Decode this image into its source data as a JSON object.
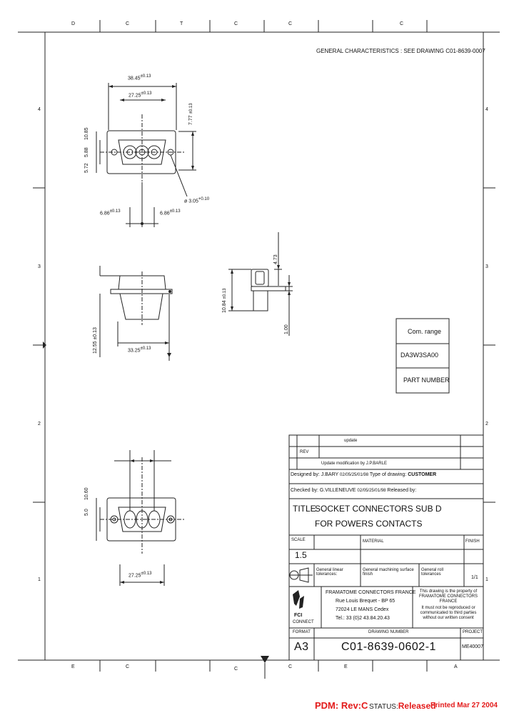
{
  "border": {
    "top_letters": [
      "D",
      "C",
      "T",
      "C",
      "C",
      "C"
    ],
    "bottom_letters": [
      "E",
      "C",
      "C",
      "C",
      "E",
      "A"
    ],
    "left_numbers": [
      "4",
      "3",
      "2",
      "1"
    ],
    "right_numbers": [
      "4",
      "3",
      "2",
      "1"
    ]
  },
  "header_note": "GENERAL CHARACTERISTICS : SEE DRAWING C01-8639-0007",
  "dims": {
    "top_view": {
      "w1": "38.45",
      "w1_tol": "±0.13",
      "w2": "27.25",
      "w2_tol": "±0.13",
      "h_right": "7.77",
      "h_right_tol": "±0.13",
      "left1": "10.85",
      "left2": "5.88",
      "left3": "5.72",
      "hole": "ø 3.05",
      "hole_tol": "+0.10",
      "pitch_l": "6.86",
      "pitch_l_tol": "±0.13",
      "pitch_r": "6.86",
      "pitch_r_tol": "±0.13"
    },
    "side_view": {
      "height": "12.55 ±0.13",
      "width": "33.25",
      "width_tol": "±0.13"
    },
    "profile_view": {
      "h1": "10.84",
      "h1_tol": "±0.13",
      "top": "4.73",
      "bottom": "1.00"
    },
    "bottom_view": {
      "left1": "10.60",
      "left2": "5.0",
      "w": "27.25",
      "w_tol": "±0.13"
    }
  },
  "part_box": {
    "com_range": "Com. range",
    "part_no": "DA3W3SA00",
    "part_label": "PART NUMBER"
  },
  "title_block": {
    "rev_col": "REV",
    "update": "update",
    "rev_desc": "Update modification by J.P.BARLE",
    "designed": "Designed by: J.BARY",
    "designed_date": "02/05/25/01/98",
    "type": "Type of drawing:",
    "type_val": "CUSTOMER",
    "checked": "Checked by: G.VILLENEUVE",
    "checked_date": "02/05/25/01/98",
    "released": "Released by:",
    "title_label": "TITLE",
    "title_line1": "SOCKET CONNECTORS SUB D",
    "title_line2": "FOR POWERS CONTACTS",
    "scale_label": "SCALE",
    "scale_val": "1.5",
    "material": "MATERIAL",
    "finish": "FINISH",
    "general_linear": "General linear tolerances:",
    "general_machining": "General machining surface finish",
    "general_roll": "General roll tolerances",
    "sheet": "1/1",
    "company": "FRAMATOME CONNECTORS FRANCE",
    "addr1": "Rue Louis Brequet - BP 65",
    "addr2": "72024 LE MANS Cedex",
    "addr3": "Tel.: 33 (0)2 43.84.20.43",
    "note1": "This drawing is the property of FRAMATOME CONNECTORS FRANCE",
    "note2": "It must not be reproduced or communicated to third parties without our written consent",
    "logo_text": "FCI",
    "logo_sub": "CONNECT",
    "format_label": "FORMAT",
    "format_val": "A3",
    "drawing_no_label": "DRAWING NUMBER",
    "drawing_no": "C01-8639-0602-1",
    "project_label": "PROJECT",
    "project_val": "ME40007"
  },
  "footer": {
    "pdm": "PDM: Rev:C",
    "status_label": "STATUS:",
    "status_val": "Released",
    "printed": "Printed Mar 27 2004"
  }
}
